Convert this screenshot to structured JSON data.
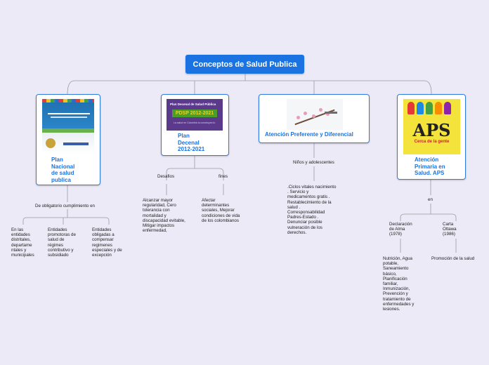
{
  "central": {
    "title": "Conceptos de Salud Publica"
  },
  "branches": [
    {
      "title": [
        "Plan",
        "Nacional",
        "de salud",
        "publica"
      ],
      "connector": "De obligatorio cumplimiento  en",
      "leaves": [
        [
          "En las",
          "entidades",
          "distritales,",
          "departame",
          "ntales y",
          "municipales"
        ],
        [
          "Entidades",
          "promotoras de",
          "salud de",
          "régimes",
          "contributivo y",
          "subsidiado"
        ],
        [
          "Entidades",
          "obligadas a",
          "compensar",
          "regimenes",
          "especiales y de",
          "excepción"
        ]
      ]
    },
    {
      "title": [
        "Plan",
        "Decenal",
        "2012-2021"
      ],
      "image": {
        "line1": "Plan Decenal de Salud Pública",
        "line2": "PDSP 2012-2021",
        "line3": "La salud en Colombia la construyes tú"
      },
      "labels": [
        "Desafios",
        "fines"
      ],
      "leaves": [
        [
          "Alcanzar mayor",
          "regularidad, Cero",
          "tolerancia con",
          "mortalidad y",
          "discapacidad evitable,",
          "Mitigar impactos",
          "enfermedad,"
        ],
        [
          "Afectar",
          "determinantes",
          "sociales, Mejorar",
          "condiciones de vida",
          "de los colombianos"
        ]
      ]
    },
    {
      "title": [
        "Atención Preferente  y Diferencial"
      ],
      "label": "Niños y adolescentes",
      "leaf": [
        ".Ciclos vitales nacimiento",
        ". Servicio y",
        "medicamentos gratis  .",
        "Restablecimiento de la",
        "salud  .",
        "Corresponsabilidad",
        "Padres-Estado .",
        "Denunciar posible",
        "vulneración de  los",
        "derechos."
      ]
    },
    {
      "title": [
        "Atención",
        "Primaria en",
        "Salud. APS"
      ],
      "image": {
        "word": "APS",
        "tagline": "Cerca de la gente"
      },
      "connector": "en",
      "labels": [
        [
          "Declaración",
          "de Alma",
          "(1978)"
        ],
        [
          "Carta",
          "Ottawa",
          "(1986)"
        ]
      ],
      "leaves": [
        [
          "Nutrición, Agua",
          "potable,",
          "Saneamiento",
          "básico,",
          "Planificación",
          "familiar,",
          "Inmunización,",
          "Prevención y",
          "tratamiento de",
          "enfermedades y",
          "lesiones."
        ],
        [
          "Promoción  de la salud"
        ]
      ]
    }
  ],
  "colors": {
    "background": "#ebeaf6",
    "accent": "#1a73e0",
    "line": "#9a9aa0"
  }
}
